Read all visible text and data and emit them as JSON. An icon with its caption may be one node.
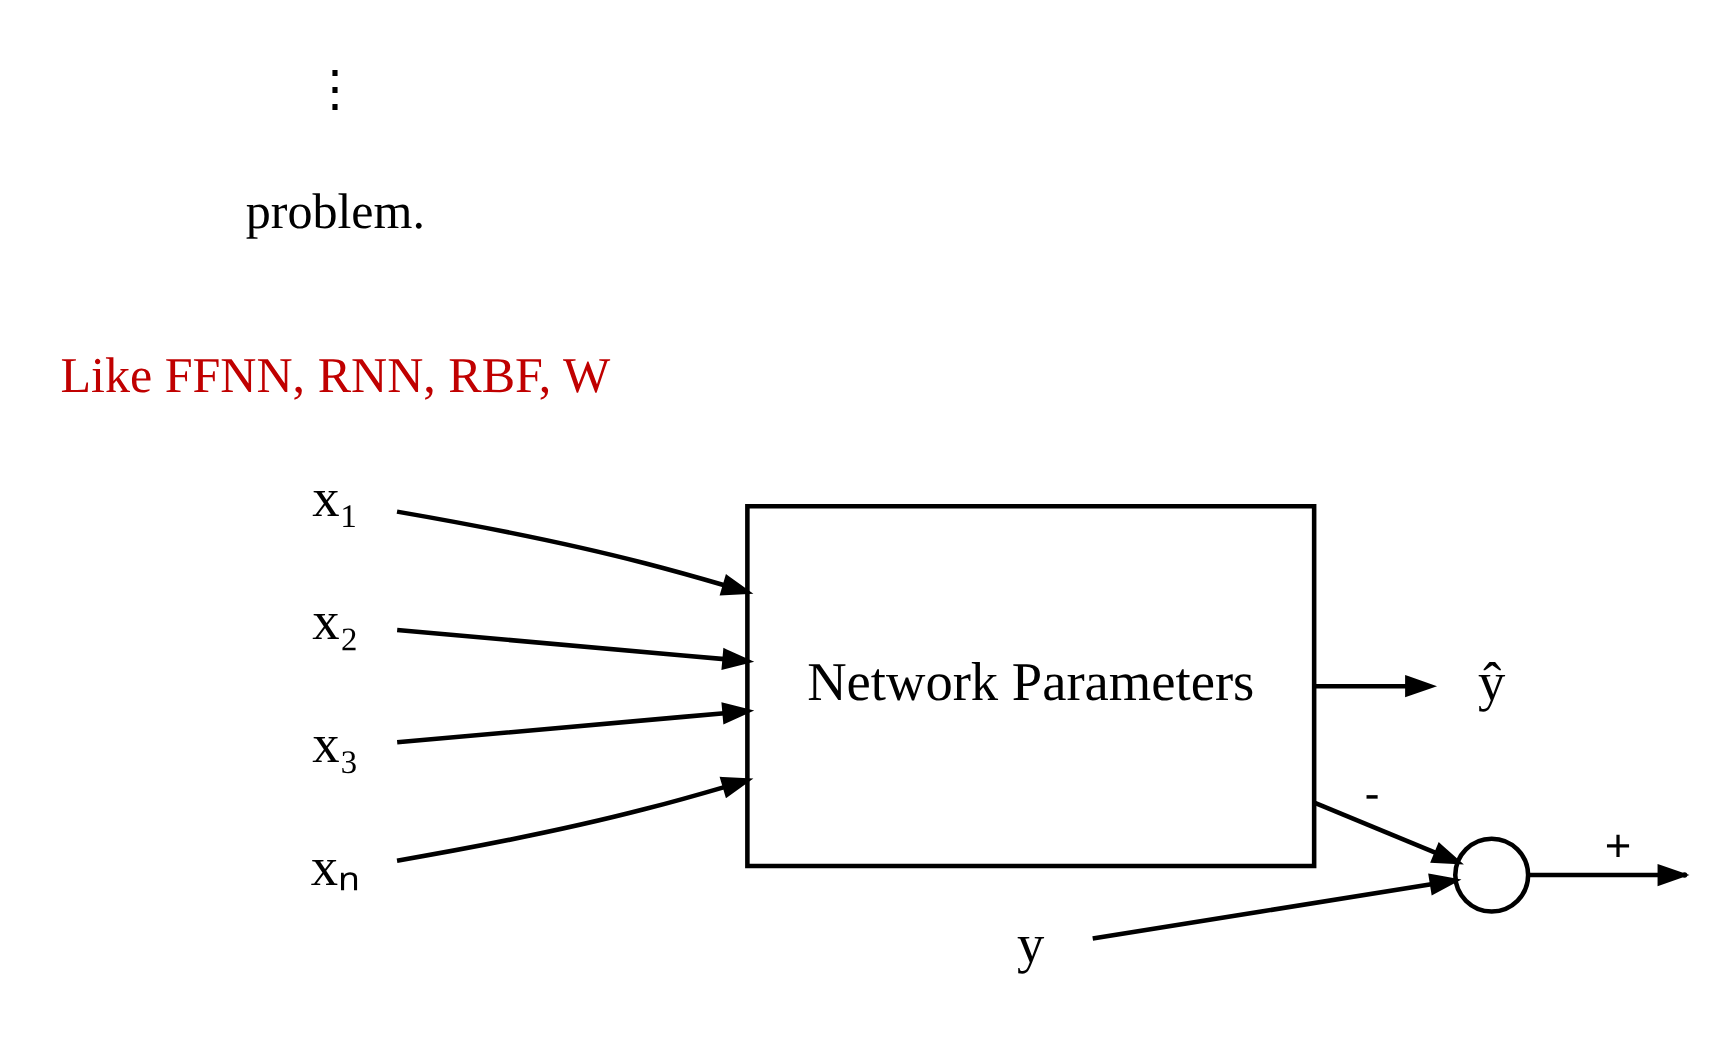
{
  "diagram": {
    "nodes": [
      {
        "text": [
          "x₁"
        ]
      },
      {
        "text": [
          "x₂"
        ]
      },
      {
        "text": [
          "x₃"
        ]
      },
      {
        "text": [
          "xₙ"
        ]
      },
      {
        "text": [
          "Network Parameters"
        ]
      },
      {
        "text": [
          "ŷ"
        ]
      },
      {
        "text": [],
        "shape": "circle"
      },
      {
        "text": [
          "y"
        ]
      }
    ],
    "edges": [
      {
        "from": 0,
        "to": 4,
        "arrow": "to"
      },
      {
        "from": 1,
        "to": 4,
        "arrow": "to"
      },
      {
        "from": 2,
        "to": 4,
        "arrow": "to"
      },
      {
        "from": 3,
        "to": 4,
        "arrow": "to"
      },
      {
        "from": 4,
        "to": 5,
        "arrow": "to"
      },
      {
        "from": 4,
        "to": 6,
        "arrow": "to",
        "label": "-"
      },
      {
        "from": 7,
        "to": 6,
        "arrow": "to"
      },
      {
        "from": 6,
        "to": null,
        "arrow": "to",
        "label": "+"
      }
    ],
    "labels": [
      "problem.",
      "Like FFNN, RNN, RBF, W",
      "⋮"
    ]
  }
}
